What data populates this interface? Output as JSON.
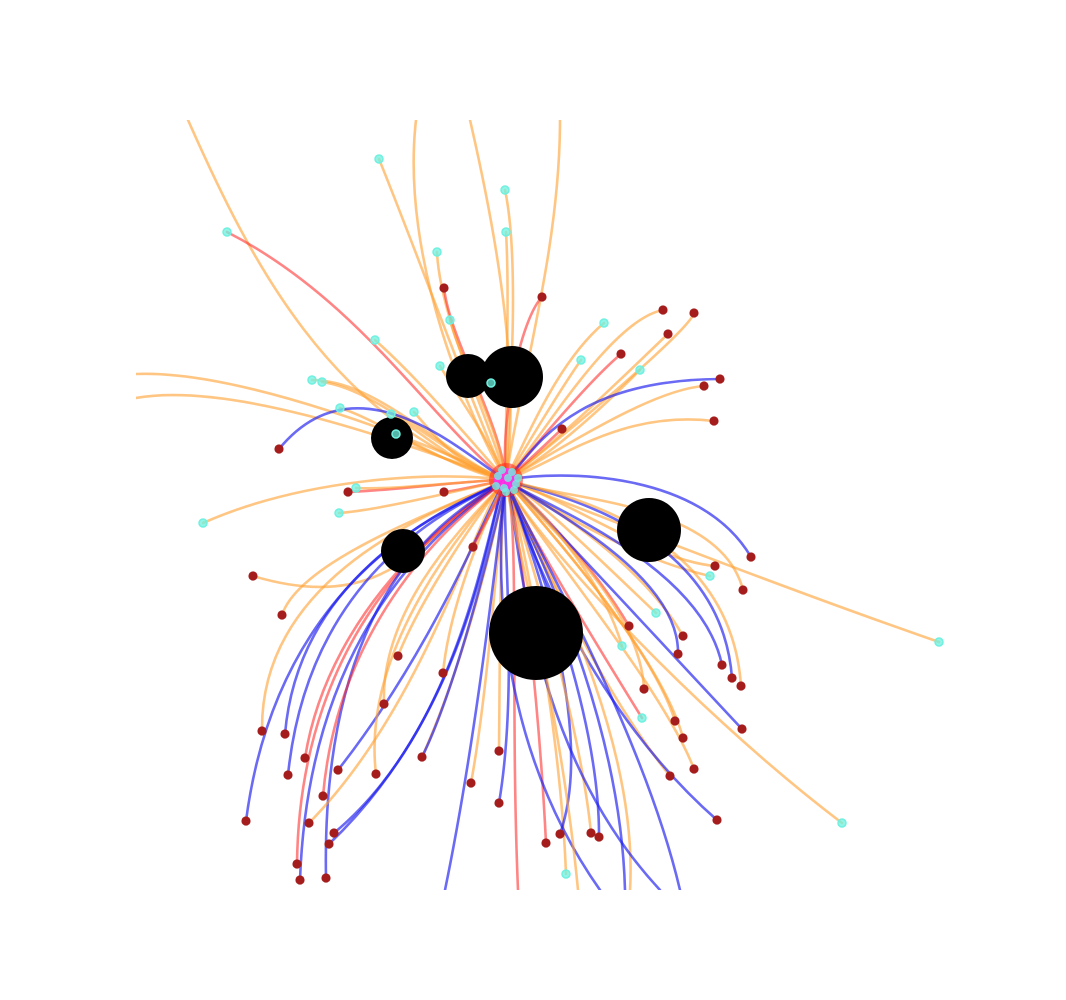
{
  "colors": {
    "background": "#ffffff",
    "obstacle": "#000000",
    "end_node": "#a51c1c",
    "start_node": "#6ff0e0",
    "center_hub": "#ff30ff",
    "path_orange": "#ffa030",
    "path_red": "#ff2020",
    "path_blue": "#1a1aee"
  },
  "icons": {
    "obstacle": "filled-black-circle",
    "end_node": "dark-red-dot",
    "start_node": "cyan-ring-dot",
    "hub": "magenta-cluster"
  }
}
